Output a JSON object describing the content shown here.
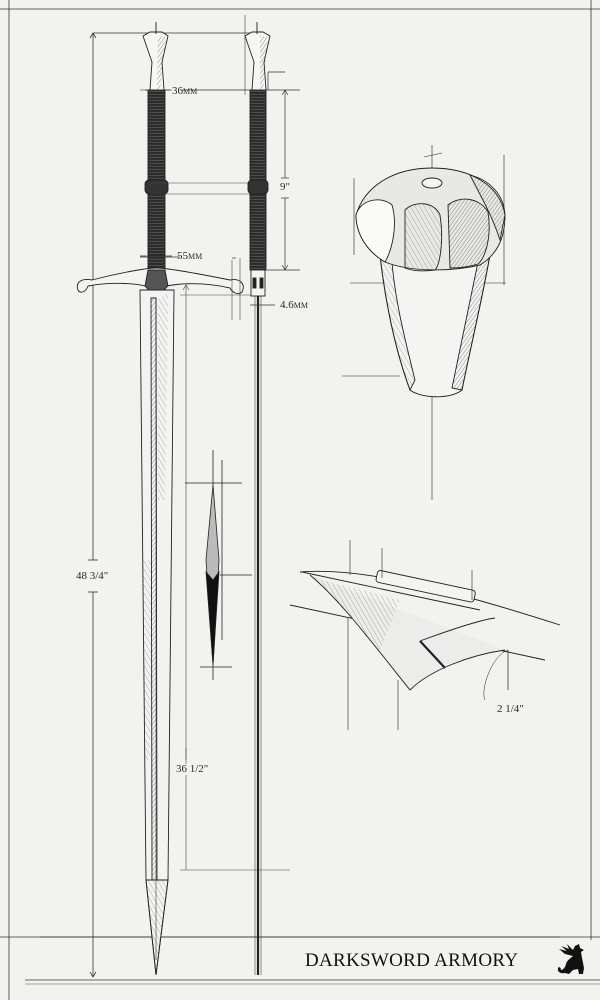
{
  "sheet": {
    "title": "Sword technical blueprint",
    "background": "#f2f2ef",
    "ink": "#1a1a1a"
  },
  "dimensions": {
    "pommel_width": "36mm",
    "grip_width": "55mm",
    "blade_thickness": "4.6mm",
    "grip_length": "9\"",
    "overall_length": "48 3/4\"",
    "blade_length": "36 1/2\"",
    "guard_width": "2 1/4\""
  },
  "views": [
    {
      "name": "front-view",
      "label": "Front elevation of sword"
    },
    {
      "name": "side-view",
      "label": "Side elevation of sword"
    },
    {
      "name": "blade-cross-section",
      "label": "Blade diamond cross-section"
    },
    {
      "name": "pommel-detail",
      "label": "Pommel perspective detail"
    },
    {
      "name": "guard-detail",
      "label": "Cross-guard perspective detail"
    }
  ],
  "footer": {
    "brand": "DARKSWORD ARMORY",
    "logo": "griffin-logo-icon"
  }
}
